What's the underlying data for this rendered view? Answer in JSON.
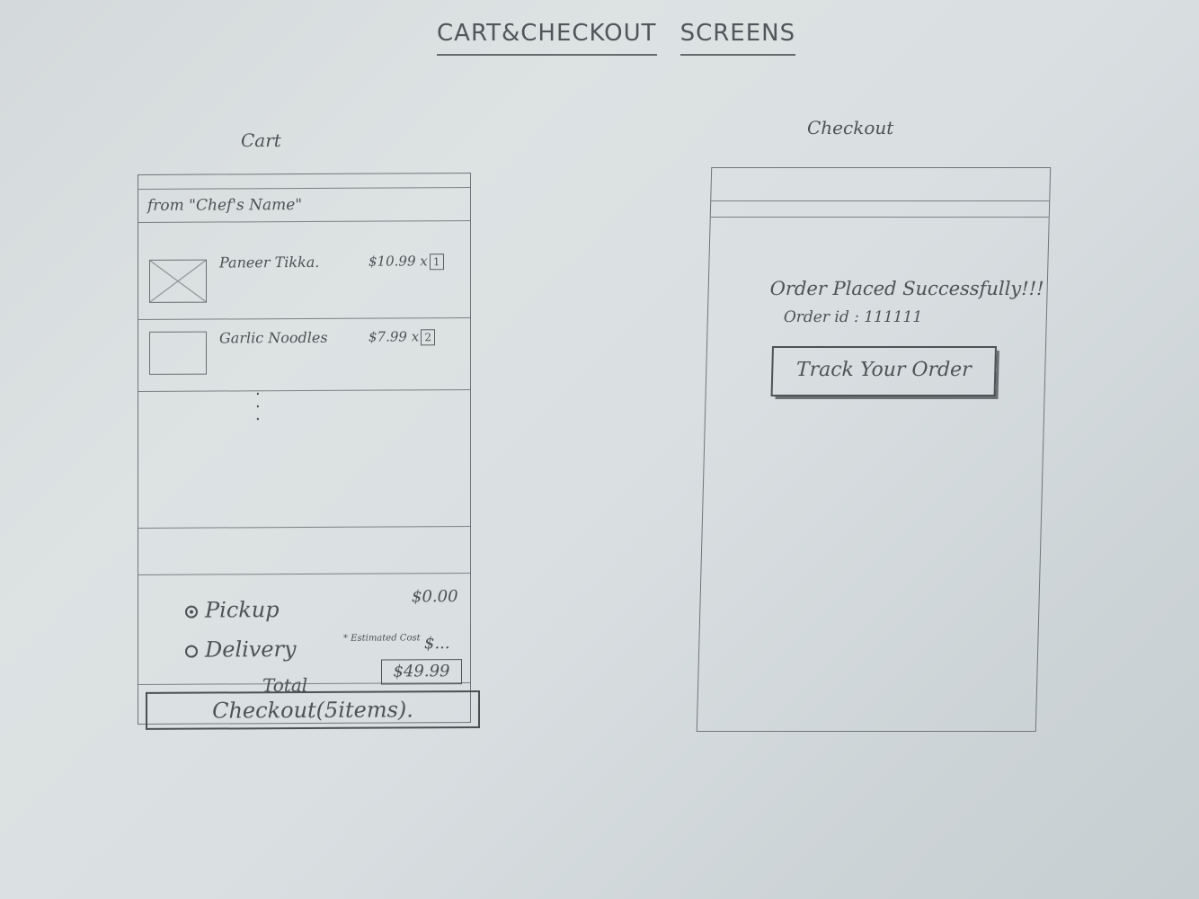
{
  "page": {
    "title_part1": "CART&CHECKOUT",
    "title_part2": "SCREENS"
  },
  "cart": {
    "label": "Cart",
    "header": "from \"Chef's Name\"",
    "items": [
      {
        "name": "Paneer Tikka.",
        "price": "$10.99 x",
        "qty": "1"
      },
      {
        "name": "Garlic Noodles",
        "price": "$7.99 x",
        "qty": "2"
      }
    ],
    "more": "⋮",
    "delivery_options": [
      {
        "label": "Pickup",
        "price": "$0.00",
        "selected": true
      },
      {
        "label": "Delivery",
        "price": "$...",
        "note": "* Estimated Cost",
        "selected": false
      }
    ],
    "total_label": "Total",
    "total_value": "$49.99",
    "checkout_button": "Checkout(5items)."
  },
  "checkout": {
    "label": "Checkout",
    "success_message": "Order Placed Successfully!!!",
    "order_id_label": "Order id : 111111",
    "track_button": "Track Your Order"
  }
}
